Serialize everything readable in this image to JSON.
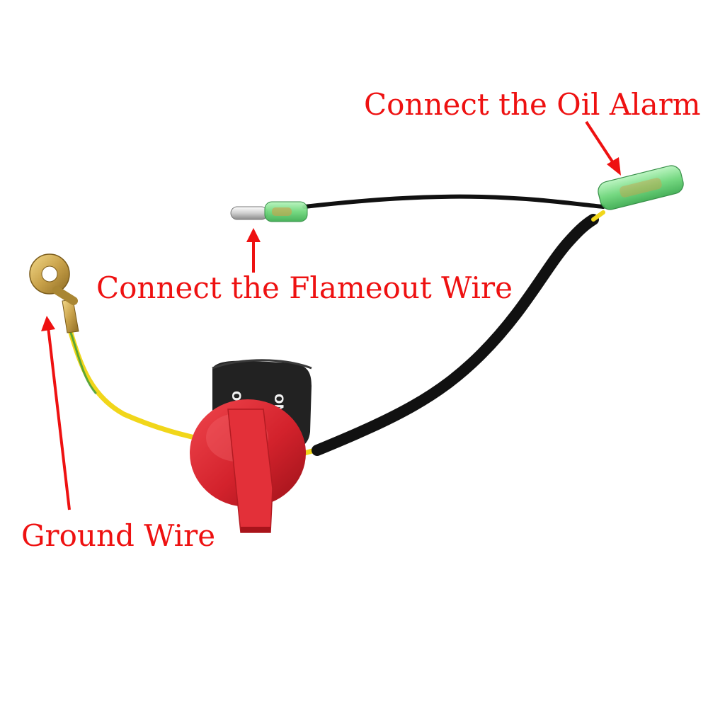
{
  "labels": {
    "oil_alarm": "Connect the Oil Alarm",
    "flameout_wire": "Connect the Flameout Wire",
    "ground_wire": "Ground Wire"
  },
  "switch": {
    "off_text": "OFF",
    "on_text": "ON"
  },
  "colors": {
    "label_red": "#ee1111",
    "knob_red": "#d3222c",
    "wire_black": "#111111",
    "wire_yellow": "#f1d61a",
    "wire_green_stripe": "#3a9a3a",
    "connector_green": "#7fe08a",
    "terminal_gold": "#c9a24a"
  },
  "icons": [
    "arrow-icon"
  ]
}
